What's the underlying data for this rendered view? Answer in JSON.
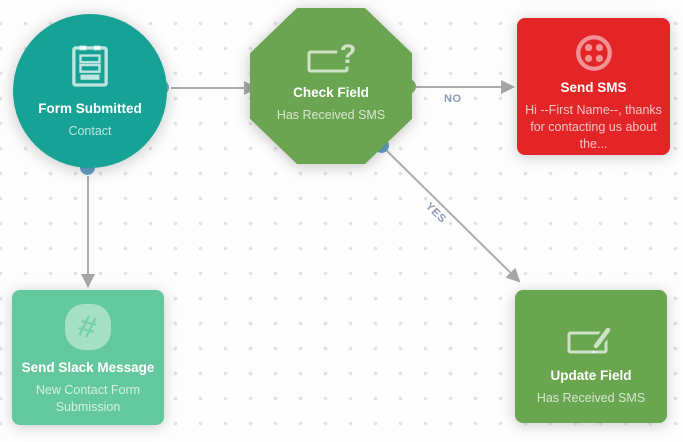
{
  "canvas": {
    "background_color": "#fdfdfd",
    "dot_color": "#e2e2e2"
  },
  "nodes": [
    {
      "id": "form-submitted",
      "shape": "circle",
      "title": "Form Submitted",
      "subtitle": "Contact",
      "color": "#16a295",
      "icon": "form-clipboard-icon"
    },
    {
      "id": "check-field",
      "shape": "octagon",
      "title": "Check Field",
      "subtitle": "Has Received SMS",
      "color": "#6ba552",
      "icon": "field-question-icon"
    },
    {
      "id": "send-sms",
      "shape": "rounded-rect",
      "title": "Send SMS",
      "subtitle": "Hi --First Name--, thanks for contacting us about the...",
      "color": "#e32528",
      "icon": "twilio-dots-icon"
    },
    {
      "id": "send-slack-message",
      "shape": "rounded-rect",
      "title": "Send Slack Message",
      "subtitle": "New Contact Form Submission",
      "color": "#64c89e",
      "icon": "slack-hash-icon"
    },
    {
      "id": "update-field",
      "shape": "rounded-rect",
      "title": "Update Field",
      "subtitle": "Has Received SMS",
      "color": "#6aa64f",
      "icon": "field-pencil-icon"
    }
  ],
  "edges": [
    {
      "from": "form-submitted",
      "to": "check-field",
      "label": ""
    },
    {
      "from": "check-field",
      "to": "send-sms",
      "label": "NO"
    },
    {
      "from": "check-field",
      "to": "update-field",
      "label": "YES"
    },
    {
      "from": "form-submitted",
      "to": "send-slack-message",
      "label": ""
    }
  ],
  "ports": {
    "color_blue": "#79a7cb",
    "color_green": "#82b364"
  }
}
